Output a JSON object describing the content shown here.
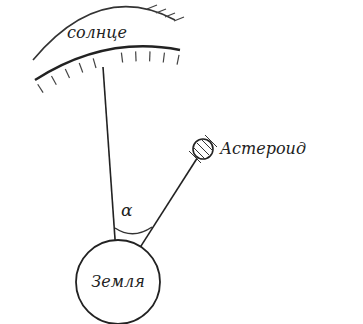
{
  "diagram": {
    "nodes": [
      {
        "text": [
          "солнце"
        ]
      },
      {
        "text": [
          "Астероид"
        ]
      },
      {
        "text": [
          "Земля"
        ]
      }
    ],
    "edges": [
      {
        "from": 2,
        "to": 0,
        "arrow": "none"
      },
      {
        "from": 2,
        "to": 1,
        "arrow": "none"
      }
    ],
    "labels": [
      "α"
    ]
  }
}
